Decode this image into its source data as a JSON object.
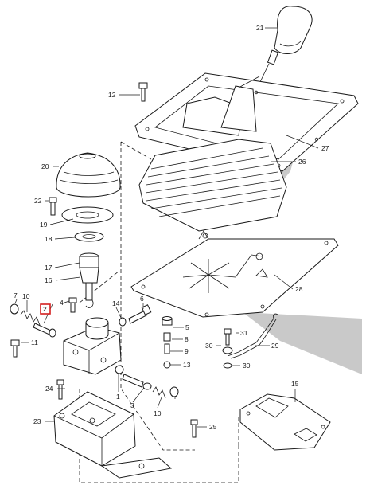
{
  "diagram": {
    "type": "exploded parts diagram",
    "highlighted_callout": "2",
    "highlight_color": "#d42020",
    "callouts": [
      {
        "id": "c1",
        "label": "1"
      },
      {
        "id": "c2",
        "label": "2"
      },
      {
        "id": "c3",
        "label": "3"
      },
      {
        "id": "c4",
        "label": "4"
      },
      {
        "id": "c5",
        "label": "5"
      },
      {
        "id": "c6",
        "label": "6"
      },
      {
        "id": "c8",
        "label": "8"
      },
      {
        "id": "c9",
        "label": "9"
      },
      {
        "id": "c10a",
        "label": "10"
      },
      {
        "id": "c10b",
        "label": "10"
      },
      {
        "id": "c11",
        "label": "11"
      },
      {
        "id": "c12",
        "label": "12"
      },
      {
        "id": "c13",
        "label": "13"
      },
      {
        "id": "c14",
        "label": "14"
      },
      {
        "id": "c15",
        "label": "15"
      },
      {
        "id": "c16",
        "label": "16"
      },
      {
        "id": "c17",
        "label": "17"
      },
      {
        "id": "c18",
        "label": "18"
      },
      {
        "id": "c19",
        "label": "19"
      },
      {
        "id": "c20",
        "label": "20"
      },
      {
        "id": "c21",
        "label": "21"
      },
      {
        "id": "c22",
        "label": "22"
      },
      {
        "id": "c23",
        "label": "23"
      },
      {
        "id": "c24",
        "label": "24"
      },
      {
        "id": "c25",
        "label": "25"
      },
      {
        "id": "c26",
        "label": "26"
      },
      {
        "id": "c27",
        "label": "27"
      },
      {
        "id": "c28",
        "label": "28"
      },
      {
        "id": "c29",
        "label": "29"
      },
      {
        "id": "c30a",
        "label": "30"
      },
      {
        "id": "c30b",
        "label": "30"
      },
      {
        "id": "c31",
        "label": "31"
      }
    ]
  }
}
